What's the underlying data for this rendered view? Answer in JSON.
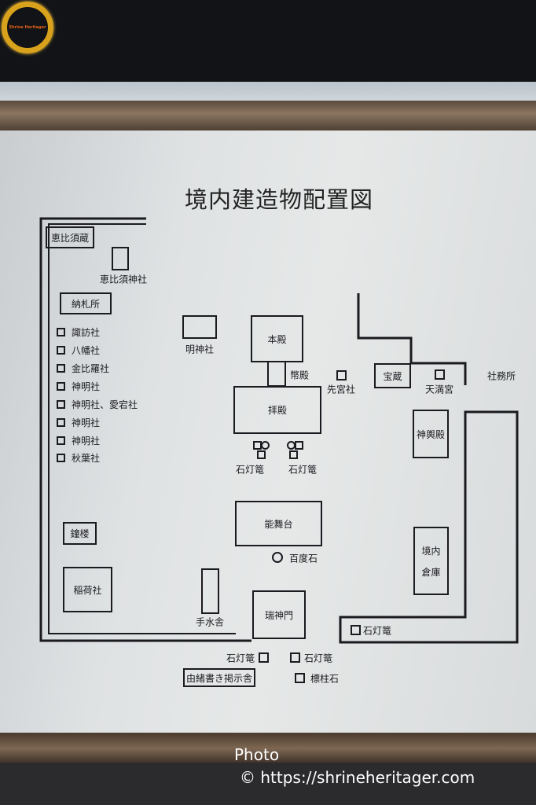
{
  "logo": {
    "text": "Shrine Heritager"
  },
  "title": "境内建造物配置図",
  "buildings": {
    "ebisugura": "恵比須蔵",
    "ebisu_jinja": "恵比須神社",
    "nousatsusho": "納札所",
    "myojinsha": "明神社",
    "honden": "本殿",
    "heiden": "幣殿",
    "haiden": "拝殿",
    "sakimiyasha": "先宮社",
    "houzou": "宝蔵",
    "tenmangu": "天満宮",
    "shamusho": "社務所",
    "mikoshiden": "神輿殿",
    "noubutai": "能舞台",
    "hyakudoishi": "百度石",
    "keidai_souko": [
      "境内",
      "倉庫"
    ],
    "temizuya": "手水舎",
    "zuishinmon": "瑞神門",
    "shourou": "鐘楼",
    "inarisha": "稲荷社",
    "yuisho": "由緒書き掲示舎",
    "hyouchuseki": "標柱石",
    "lantern": "石灯篭"
  },
  "sub_shrines": [
    "諏訪社",
    "八幡社",
    "金比羅社",
    "神明社",
    "神明社、愛宕社",
    "神明社",
    "神明社",
    "秋葉社"
  ],
  "watermark": {
    "line1": "Photo",
    "line2": "© https://shrineheritager.com"
  }
}
